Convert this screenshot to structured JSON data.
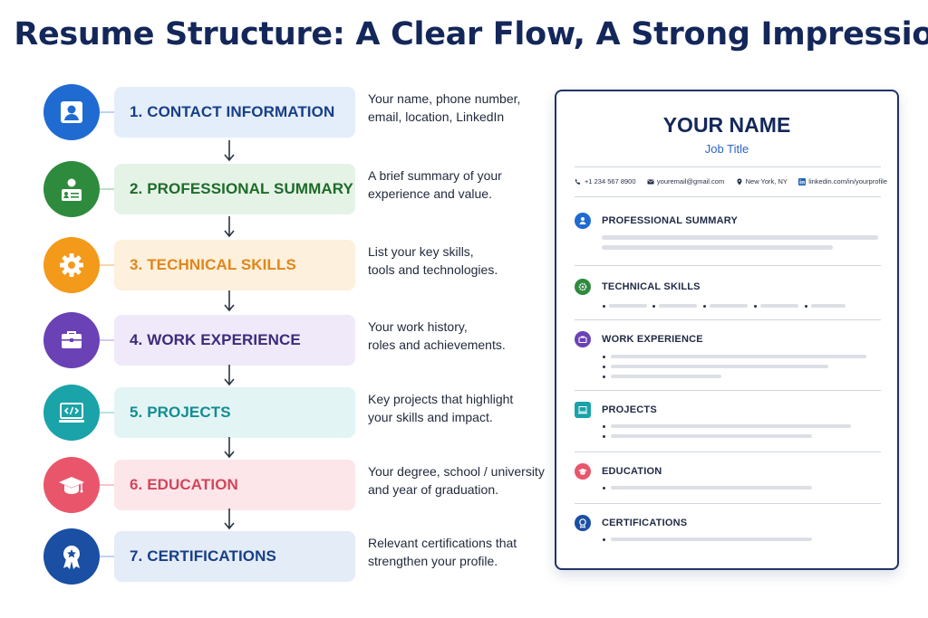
{
  "title": "Resume Structure: A Clear Flow, A Strong Impression",
  "colors": {
    "contact": "#1f6bd1",
    "summary": "#2e8b3e",
    "skills": "#f39a1a",
    "experience": "#6a42b5",
    "projects": "#1aa3a8",
    "education": "#e9566b",
    "certifications": "#1a4fa3"
  },
  "steps": [
    {
      "label": "1. CONTACT INFORMATION",
      "desc1": "Your name, phone number,",
      "desc2": "email, location, LinkedIn",
      "icon": "person-icon"
    },
    {
      "label": "2. PROFESSIONAL SUMMARY",
      "desc1": "A brief summary of your",
      "desc2": "experience and value.",
      "icon": "profile-card-icon"
    },
    {
      "label": "3. TECHNICAL SKILLS",
      "desc1": "List your key skills,",
      "desc2": "tools and technologies.",
      "icon": "gear-icon"
    },
    {
      "label": "4. WORK EXPERIENCE",
      "desc1": "Your work history,",
      "desc2": "roles and achievements.",
      "icon": "briefcase-icon"
    },
    {
      "label": "5. PROJECTS",
      "desc1": "Key projects that highlight",
      "desc2": "your skills and impact.",
      "icon": "code-monitor-icon"
    },
    {
      "label": "6. EDUCATION",
      "desc1": "Your degree, school / university",
      "desc2": "and year of graduation.",
      "icon": "graduation-cap-icon"
    },
    {
      "label": "7. CERTIFICATIONS",
      "desc1": "Relevant certifications that",
      "desc2": "strengthen your profile.",
      "icon": "award-ribbon-icon"
    }
  ],
  "resume": {
    "name": "YOUR NAME",
    "job_title": "Job Title",
    "phone": "+1 234 567 8900",
    "email": "youremail@gmail.com",
    "location": "New York, NY",
    "linkedin": "linkedin.com/in/yourprofile",
    "sections": {
      "summary": "PROFESSIONAL SUMMARY",
      "skills": "TECHNICAL SKILLS",
      "experience": "WORK EXPERIENCE",
      "projects": "PROJECTS",
      "education": "EDUCATION",
      "certifications": "CERTIFICATIONS"
    }
  }
}
